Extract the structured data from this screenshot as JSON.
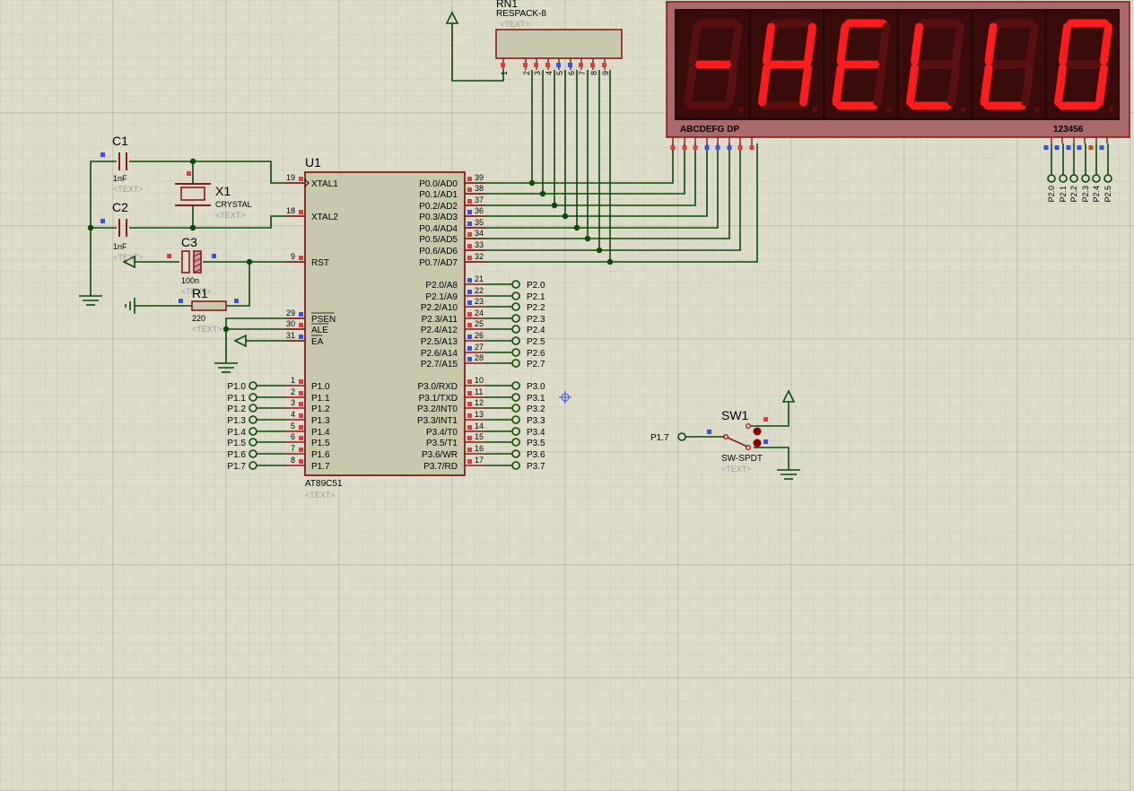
{
  "colors": {
    "background": "#dcdcc8",
    "grid_minor": "#c4c4b0",
    "grid_major": "#b0b0a0",
    "wire": "#0a4a0a",
    "component_outline": "#8b1a1a",
    "chip_fill": "#c8c8ac",
    "pin_red": "#e03c3c",
    "pin_blue": "#3c50e0",
    "display_body": "#ab6a6a",
    "digit_bg": "#3a0b0b",
    "segment_on": "#ff1c1c",
    "segment_off": "#5a1010",
    "text_main": "#000000",
    "text_hidden": "#9a9a9a"
  },
  "u1": {
    "ref": "U1",
    "part": "AT89C51",
    "text": "<TEXT>",
    "left_pins": [
      {
        "num": "19",
        "name": "XTAL1"
      },
      {
        "num": "18",
        "name": "XTAL2"
      },
      {
        "num": "9",
        "name": "RST"
      },
      {
        "num": "29",
        "name": "PSEN"
      },
      {
        "num": "30",
        "name": "ALE"
      },
      {
        "num": "31",
        "name": "EA"
      },
      {
        "num": "1",
        "name": "P1.0"
      },
      {
        "num": "2",
        "name": "P1.1"
      },
      {
        "num": "3",
        "name": "P1.2"
      },
      {
        "num": "4",
        "name": "P1.3"
      },
      {
        "num": "5",
        "name": "P1.4"
      },
      {
        "num": "6",
        "name": "P1.5"
      },
      {
        "num": "7",
        "name": "P1.6"
      },
      {
        "num": "8",
        "name": "P1.7"
      }
    ],
    "right_pins": [
      {
        "num": "39",
        "name": "P0.0/AD0"
      },
      {
        "num": "38",
        "name": "P0.1/AD1"
      },
      {
        "num": "37",
        "name": "P0.2/AD2"
      },
      {
        "num": "36",
        "name": "P0.3/AD3"
      },
      {
        "num": "35",
        "name": "P0.4/AD4"
      },
      {
        "num": "34",
        "name": "P0.5/AD5"
      },
      {
        "num": "33",
        "name": "P0.6/AD6"
      },
      {
        "num": "32",
        "name": "P0.7/AD7"
      },
      {
        "num": "21",
        "name": "P2.0/A8"
      },
      {
        "num": "22",
        "name": "P2.1/A9"
      },
      {
        "num": "23",
        "name": "P2.2/A10"
      },
      {
        "num": "24",
        "name": "P2.3/A11"
      },
      {
        "num": "25",
        "name": "P2.4/A12"
      },
      {
        "num": "26",
        "name": "P2.5/A13"
      },
      {
        "num": "27",
        "name": "P2.6/A14"
      },
      {
        "num": "28",
        "name": "P2.7/A15"
      },
      {
        "num": "10",
        "name": "P3.0/RXD"
      },
      {
        "num": "11",
        "name": "P3.1/TXD"
      },
      {
        "num": "12",
        "name": "P3.2/INT0"
      },
      {
        "num": "13",
        "name": "P3.3/INT1"
      },
      {
        "num": "14",
        "name": "P3.4/T0"
      },
      {
        "num": "15",
        "name": "P3.5/T1"
      },
      {
        "num": "16",
        "name": "P3.6/WR"
      },
      {
        "num": "17",
        "name": "P3.7/RD"
      }
    ],
    "left_terminals": [
      "P1.0",
      "P1.1",
      "P1.2",
      "P1.3",
      "P1.4",
      "P1.5",
      "P1.6",
      "P1.7"
    ],
    "p2_terminals": [
      "P2.0",
      "P2.1",
      "P2.2",
      "P2.3",
      "P2.4",
      "P2.5",
      "P2.6",
      "P2.7"
    ],
    "p3_terminals": [
      "P3.0",
      "P3.1",
      "P3.2",
      "P3.3",
      "P3.4",
      "P3.5",
      "P3.6",
      "P3.7"
    ]
  },
  "c1": {
    "ref": "C1",
    "value": "1nF",
    "text": "<TEXT>"
  },
  "c2": {
    "ref": "C2",
    "value": "1nF",
    "text": "<TEXT>"
  },
  "c3": {
    "ref": "C3",
    "value": "100n",
    "text": "<TEXT>"
  },
  "x1": {
    "ref": "X1",
    "value": "CRYSTAL",
    "text": "<TEXT>"
  },
  "r1": {
    "ref": "R1",
    "value": "220",
    "text": "<TEXT>"
  },
  "rn1": {
    "part": "RESPACK-8",
    "text": "<TEXT>",
    "pins": [
      "1",
      "2",
      "3",
      "4",
      "5",
      "6",
      "7",
      "8",
      "9"
    ]
  },
  "sw1": {
    "ref": "SW1",
    "part": "SW-SPDT",
    "text": "<TEXT>",
    "input_label": "P1.7"
  },
  "display": {
    "segments_label": "ABCDEFG DP",
    "digits_label": "123456",
    "digit_chars": [
      "-",
      "H",
      "E",
      "L",
      "L",
      "O"
    ],
    "terminals": [
      "P2.0",
      "P2.1",
      "P2.2",
      "P2.3",
      "P2.4",
      "P2.5"
    ]
  }
}
